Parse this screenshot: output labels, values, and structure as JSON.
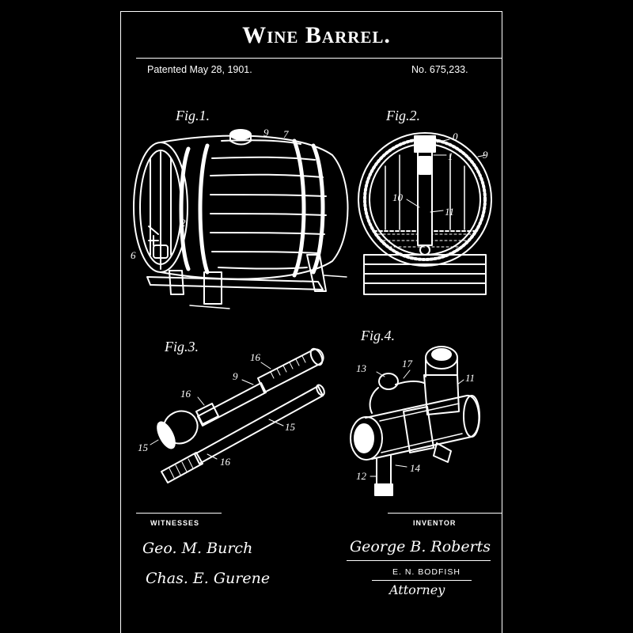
{
  "title": "Wine Barrel.",
  "patent_date": "Patented May 28, 1901.",
  "patent_number": "No. 675,233.",
  "figures": [
    {
      "label": "Fig.1.",
      "callouts": [
        "9",
        "7",
        "2",
        "6"
      ]
    },
    {
      "label": "Fig.2.",
      "callouts": [
        "0",
        "1",
        "9",
        "10",
        "11"
      ]
    },
    {
      "label": "Fig.3.",
      "callouts": [
        "16",
        "9",
        "16",
        "15",
        "15",
        "16"
      ]
    },
    {
      "label": "Fig.4.",
      "callouts": [
        "13",
        "17",
        "11",
        "12",
        "14"
      ]
    }
  ],
  "witnesses": {
    "caption": "WITNESSES",
    "signatures": [
      "Geo. M. Burch",
      "Chas. E. Gurene"
    ]
  },
  "inventor": {
    "caption": "INVENTOR",
    "signature": "George B. Roberts",
    "attorney_name": "E. N. BODFISH",
    "attorney_signature": "Attorney"
  },
  "colors": {
    "background": "#000000",
    "ink": "#ffffff"
  }
}
